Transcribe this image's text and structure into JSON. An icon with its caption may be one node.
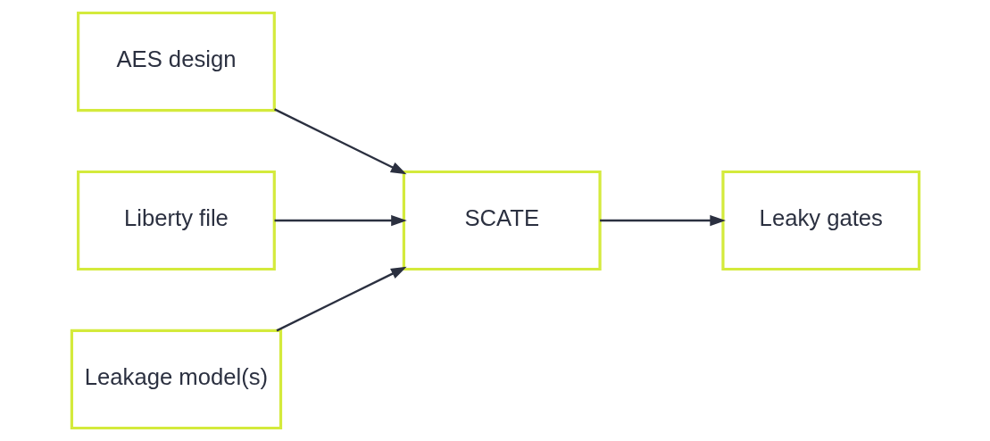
{
  "diagram": {
    "nodes": [
      {
        "text": [
          "AES design"
        ]
      },
      {
        "text": [
          "Liberty file"
        ]
      },
      {
        "text": [
          "SCATE"
        ]
      },
      {
        "text": [
          "Leaky gates"
        ]
      },
      {
        "text": [
          "Leakage model(s)"
        ]
      }
    ],
    "edges": [
      {
        "from": 0,
        "to": 2,
        "arrow": "to"
      },
      {
        "from": 1,
        "to": 2,
        "arrow": "to"
      },
      {
        "from": 2,
        "to": 3,
        "arrow": "to"
      },
      {
        "from": 4,
        "to": 2,
        "arrow": "to"
      }
    ]
  }
}
